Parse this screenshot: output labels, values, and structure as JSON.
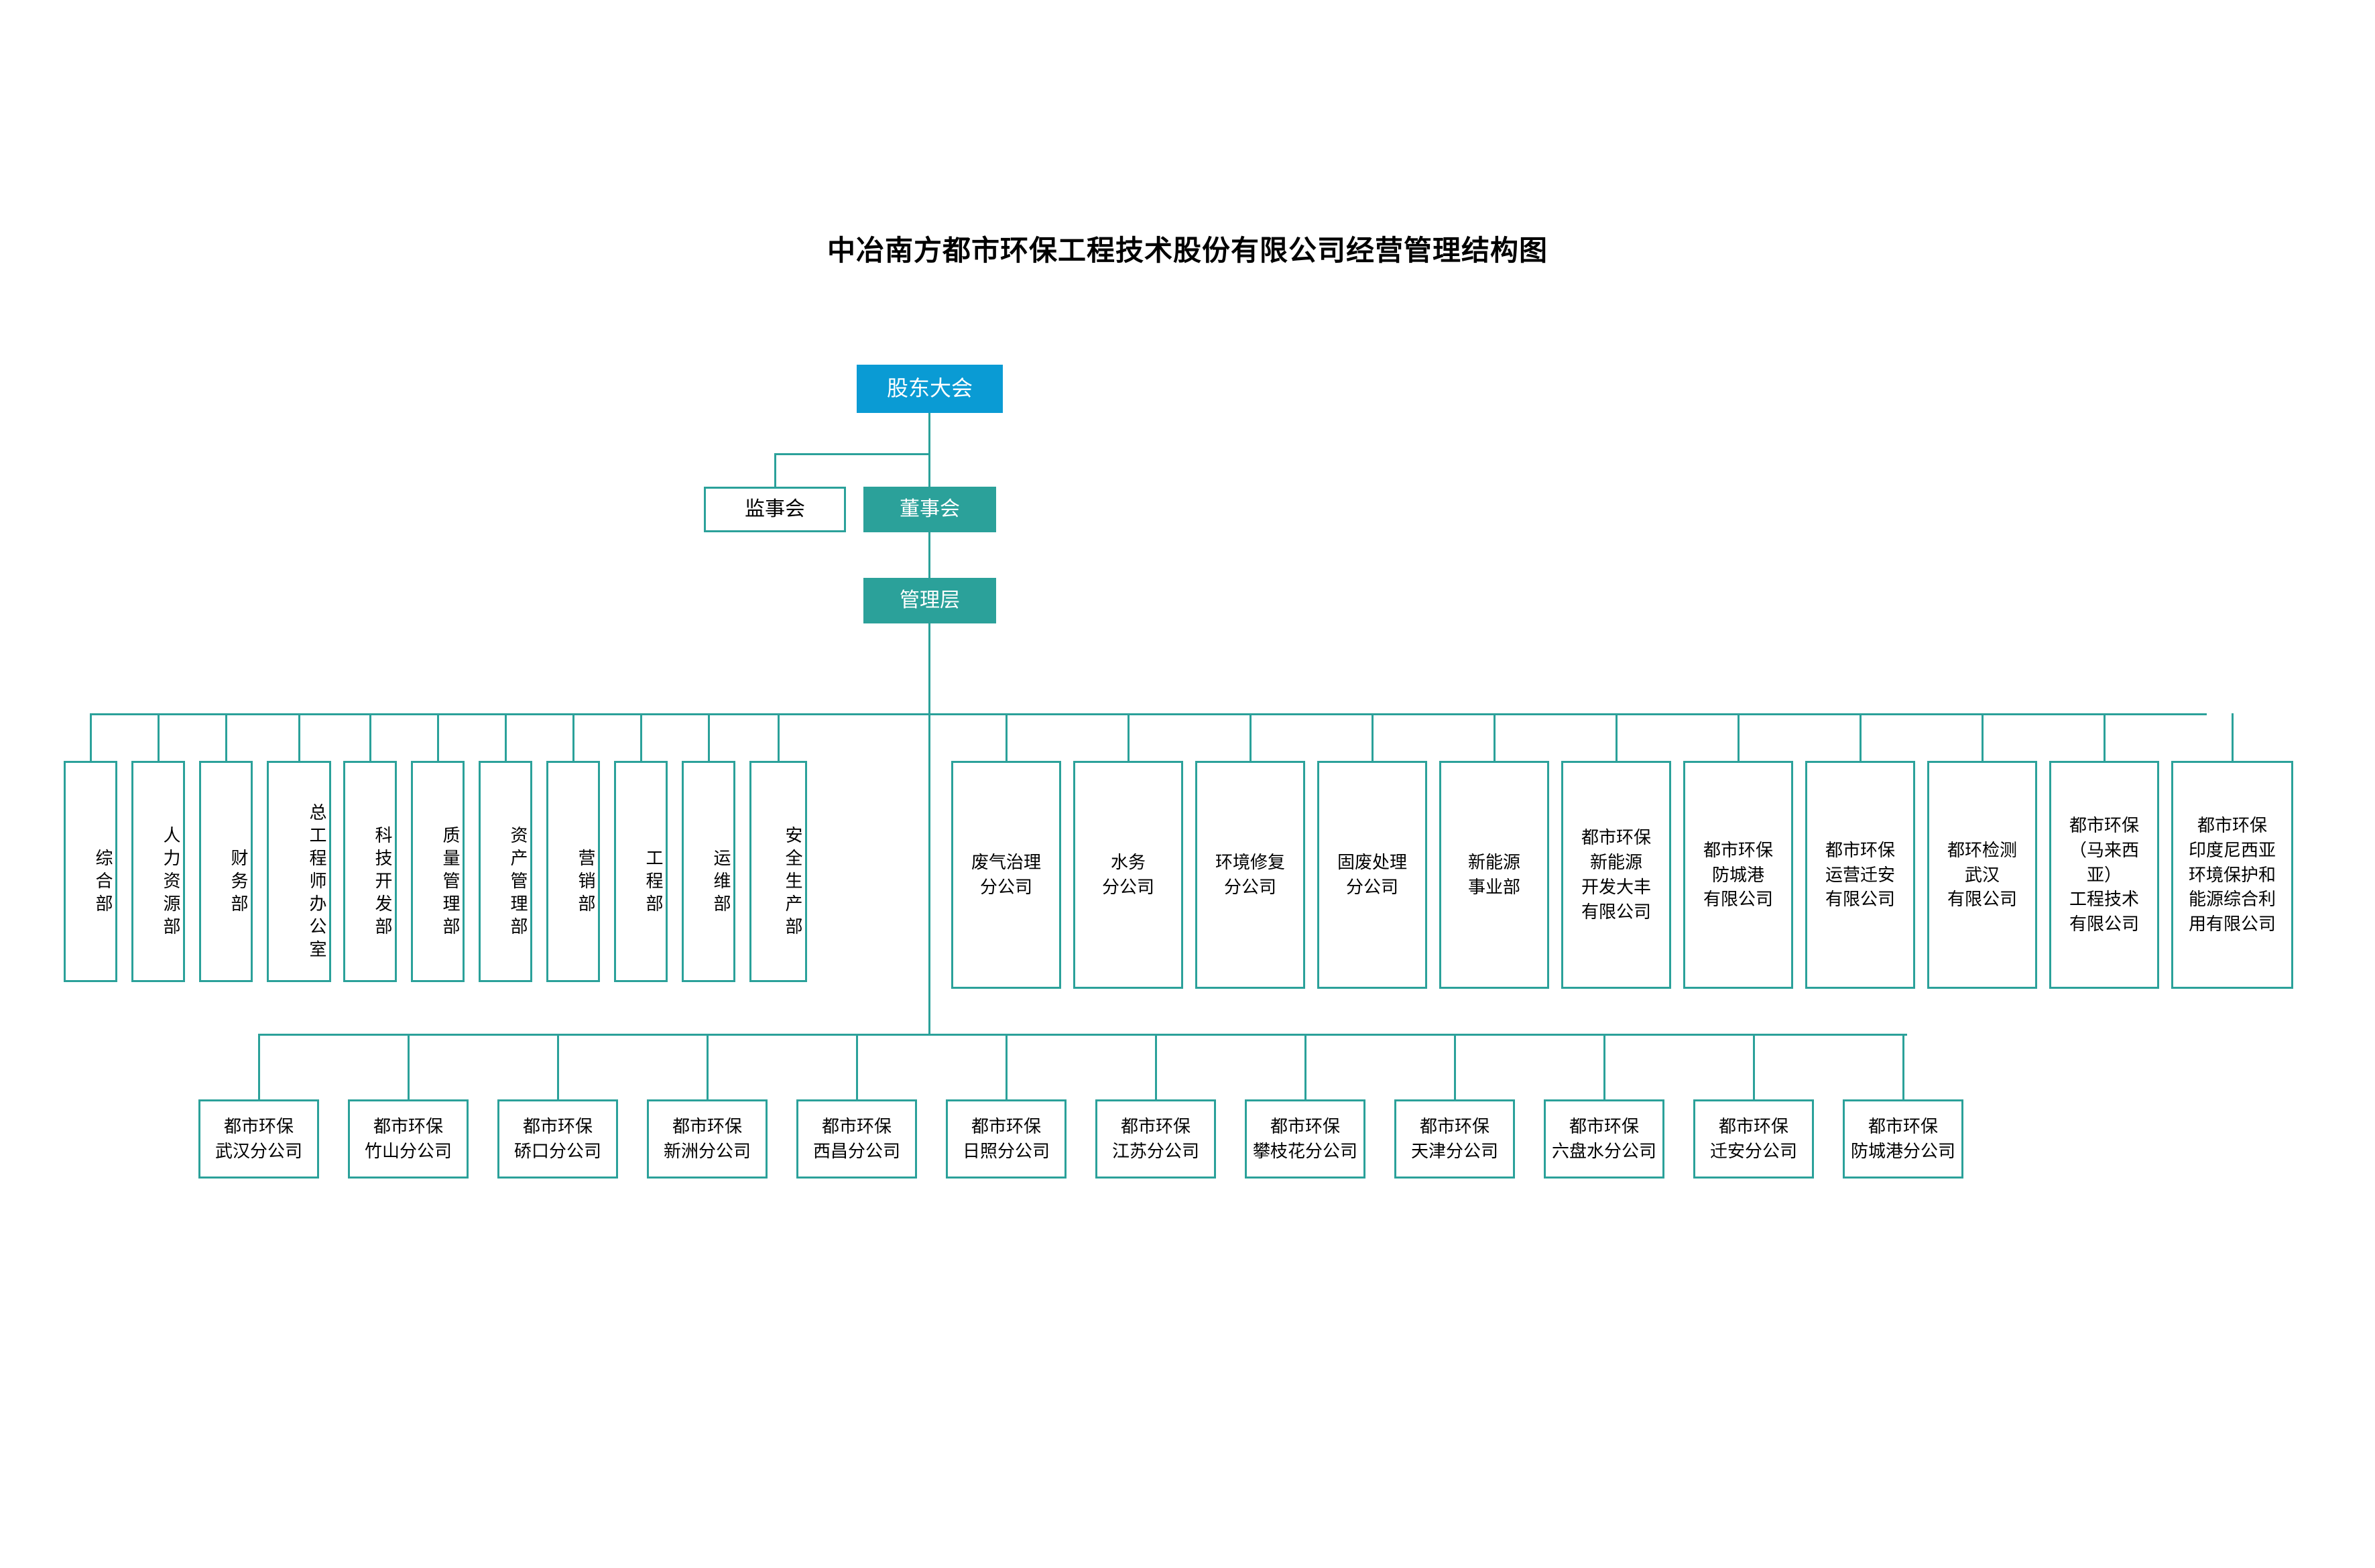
{
  "title": "中冶南方都市环保工程技术股份有限公司经营管理结构图",
  "colors": {
    "accent_blue": "#0A9BD4",
    "accent_teal": "#2BA19A",
    "line": "#2BA19A",
    "box_fill": "#FFFFFF",
    "text": "#000000",
    "inverse_text": "#FFFFFF"
  },
  "governance": {
    "shareholders_meeting": "股东大会",
    "supervisory_board": "监事会",
    "board_of_directors": "董事会",
    "management": "管理层"
  },
  "departments": [
    {
      "label": "综合部",
      "orientation": "vertical"
    },
    {
      "label": "人力资源部",
      "orientation": "vertical"
    },
    {
      "label": "财务部",
      "orientation": "vertical"
    },
    {
      "label": "总工程师办公室",
      "orientation": "vertical"
    },
    {
      "label": "科技开发部",
      "orientation": "vertical"
    },
    {
      "label": "质量管理部",
      "orientation": "vertical"
    },
    {
      "label": "资产管理部",
      "orientation": "vertical"
    },
    {
      "label": "营销部",
      "orientation": "vertical"
    },
    {
      "label": "工程部",
      "orientation": "vertical"
    },
    {
      "label": "运维部",
      "orientation": "vertical"
    },
    {
      "label": "安全生产部",
      "orientation": "vertical"
    }
  ],
  "business_units": [
    {
      "label": "废气治理\n分公司"
    },
    {
      "label": "水务\n分公司"
    },
    {
      "label": "环境修复\n分公司"
    },
    {
      "label": "固废处理\n分公司"
    },
    {
      "label": "新能源\n事业部"
    },
    {
      "label": "都市环保\n新能源\n开发大丰\n有限公司"
    },
    {
      "label": "都市环保\n防城港\n有限公司"
    },
    {
      "label": "都市环保\n运营迁安\n有限公司"
    },
    {
      "label": "都环检测\n武汉\n有限公司"
    },
    {
      "label": "都市环保\n（马来西亚）\n工程技术\n有限公司"
    },
    {
      "label": "都市环保\n印度尼西亚\n环境保护和\n能源综合利\n用有限公司"
    }
  ],
  "branches": [
    {
      "label": "都市环保\n武汉分公司"
    },
    {
      "label": "都市环保\n竹山分公司"
    },
    {
      "label": "都市环保\n硚口分公司"
    },
    {
      "label": "都市环保\n新洲分公司"
    },
    {
      "label": "都市环保\n西昌分公司"
    },
    {
      "label": "都市环保\n日照分公司"
    },
    {
      "label": "都市环保\n江苏分公司"
    },
    {
      "label": "都市环保\n攀枝花分公司"
    },
    {
      "label": "都市环保\n天津分公司"
    },
    {
      "label": "都市环保\n六盘水分公司"
    },
    {
      "label": "都市环保\n迁安分公司"
    },
    {
      "label": "都市环保\n防城港分公司"
    }
  ]
}
